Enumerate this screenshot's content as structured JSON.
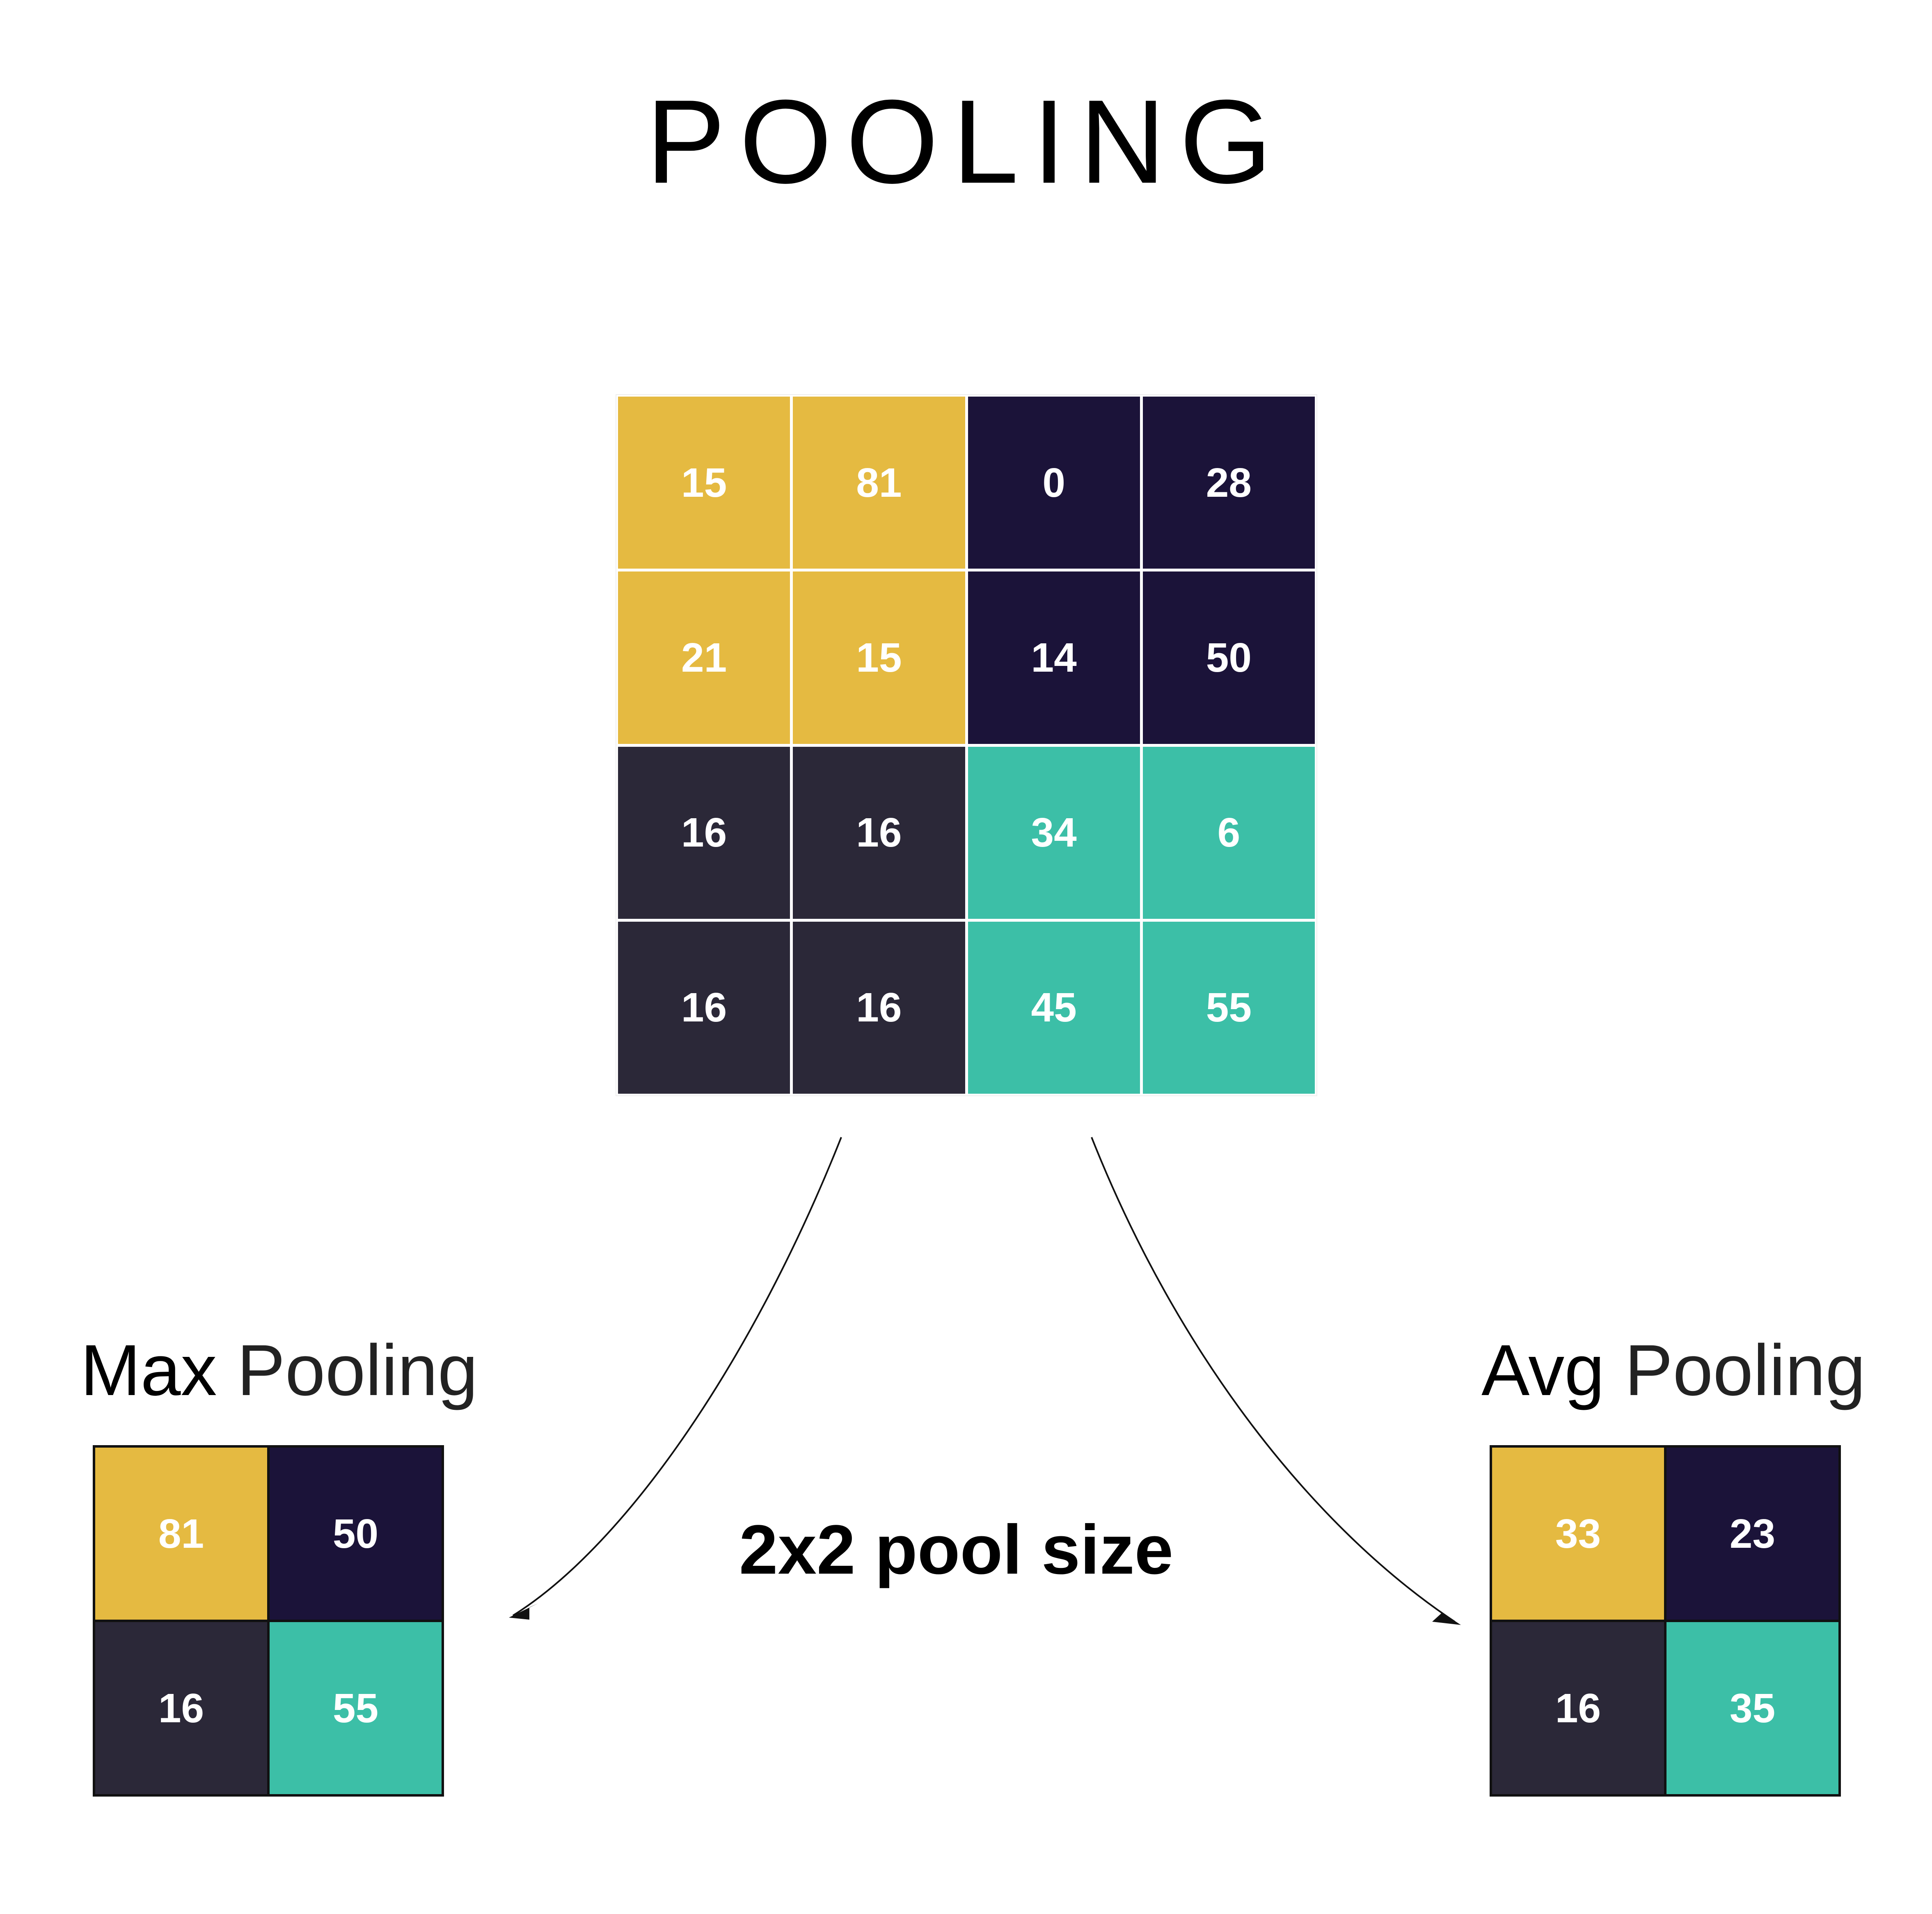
{
  "title": "POOLING",
  "colors": {
    "yellow": "#E5BA41",
    "navy": "#1B1339",
    "charcoal": "#2B2838",
    "teal": "#3CBFA7"
  },
  "input": {
    "rows": [
      [
        {
          "value": "15",
          "color": "yellow"
        },
        {
          "value": "81",
          "color": "yellow"
        },
        {
          "value": "0",
          "color": "navy"
        },
        {
          "value": "28",
          "color": "navy"
        }
      ],
      [
        {
          "value": "21",
          "color": "yellow"
        },
        {
          "value": "15",
          "color": "yellow"
        },
        {
          "value": "14",
          "color": "navy"
        },
        {
          "value": "50",
          "color": "navy"
        }
      ],
      [
        {
          "value": "16",
          "color": "charcoal"
        },
        {
          "value": "16",
          "color": "charcoal"
        },
        {
          "value": "34",
          "color": "teal"
        },
        {
          "value": "6",
          "color": "teal"
        }
      ],
      [
        {
          "value": "16",
          "color": "charcoal"
        },
        {
          "value": "16",
          "color": "charcoal"
        },
        {
          "value": "45",
          "color": "teal"
        },
        {
          "value": "55",
          "color": "teal"
        }
      ]
    ]
  },
  "max_pool": {
    "label_bold": "Max",
    "label_rest": "Pooling",
    "cells": [
      {
        "value": "81",
        "color": "yellow"
      },
      {
        "value": "50",
        "color": "navy"
      },
      {
        "value": "16",
        "color": "charcoal"
      },
      {
        "value": "55",
        "color": "teal"
      }
    ]
  },
  "avg_pool": {
    "label_bold": "Avg",
    "label_rest": "Pooling",
    "cells": [
      {
        "value": "33",
        "color": "yellow"
      },
      {
        "value": "23",
        "color": "navy"
      },
      {
        "value": "16",
        "color": "charcoal"
      },
      {
        "value": "35",
        "color": "teal"
      }
    ]
  },
  "pool_size_caption": "2x2 pool size"
}
